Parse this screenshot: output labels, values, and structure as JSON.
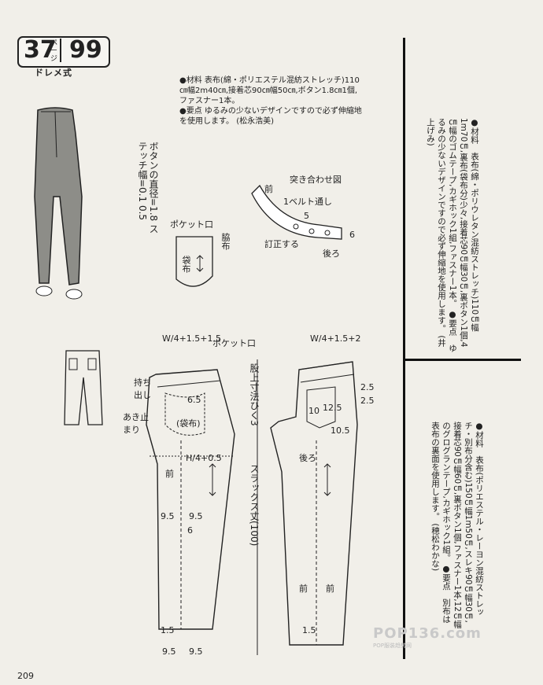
{
  "header": {
    "page_ref": "37",
    "page_ref_unit": "ページ",
    "pattern_no": "99",
    "style": "ドレメ式"
  },
  "notes_top": {
    "material_label": "●材料",
    "material_text": "表布(綿・ポリエステル混紡ストレッチ)110㎝幅2m40㎝,接着芯90㎝幅50㎝,ボタン1.8㎝1個,ファスナー1本。",
    "point_label": "●要点",
    "point_text": "ゆるみの少ないデザインですので必ず伸縮地を使用します。",
    "author": "(松永浩美)"
  },
  "notes_right_top": {
    "material": "●材料　表布(綿・ポリウレタン混紡ストレッチ)110㎝幅1m70㎝,裏布(袋布分)少々,接着芯90㎝幅30㎝,裏ボタン1個,4㎝幅のゴムテープ,カギホック1組,ファスナー1本。",
    "point": "●要点　ゆるみの少ないデザインですので必ず伸縮地を使用します。",
    "author": "(井上げみ)"
  },
  "notes_right_bottom": {
    "material": "●材料　表布(ポリエステル・レーヨン混紡ストレッチ・別布分含む)150㎝幅1m50㎝,スレキ90㎝幅30㎝,接着芯90㎝幅60㎝,裏ボタン1個,ファスナー1本,12㎝幅のグログランテープ,カギホック1組。",
    "point": "●要点　別布は表布の裏面を使用します。",
    "author": "(穂松わかな)"
  },
  "left_note": {
    "button": "ボタンの直径=1.8",
    "stitch": "ステッチ幅=0.1 0.5"
  },
  "pocket_detail": {
    "pocket_opening": "ポケット口",
    "side_piece": "脇布",
    "pocket_bag": "袋布"
  },
  "belt_detail": {
    "title": "突き合わせ図",
    "front": "前",
    "belt_loop": "1ベルト通し",
    "corrected": "訂正する",
    "back": "後ろ",
    "n5": "5",
    "n6": "6"
  },
  "front_pattern": {
    "waist_formula": "W/4+1.5+1.5",
    "pocket_opening": "ポケット口",
    "extension": "持ち出し",
    "opening_end": "あき止まり",
    "front": "前",
    "pocket_bag": "(袋布)",
    "hip_formula": "H/4+0.5",
    "n95a": "9.5",
    "n95b": "9.5",
    "n15": "1.5",
    "n95c": "9.5",
    "n95d": "9.5",
    "n65": "6.5",
    "n6": "6"
  },
  "center_note": {
    "waist_adjust": "股上寸法ひく3",
    "slacks_length": "スラックス丈(100)"
  },
  "back_pattern": {
    "waist_formula": "W/4+1.5+2",
    "back": "後ろ",
    "front_a": "前",
    "front_b": "前",
    "n105": "10.5",
    "n125": "12.5",
    "n10": "10",
    "n25a": "2.5",
    "n25b": "2.5",
    "n15": "1.5"
  },
  "footer": {
    "page_number": "209",
    "watermark": "POP136.com",
    "watermark_sub": "POP服装趋势网"
  }
}
